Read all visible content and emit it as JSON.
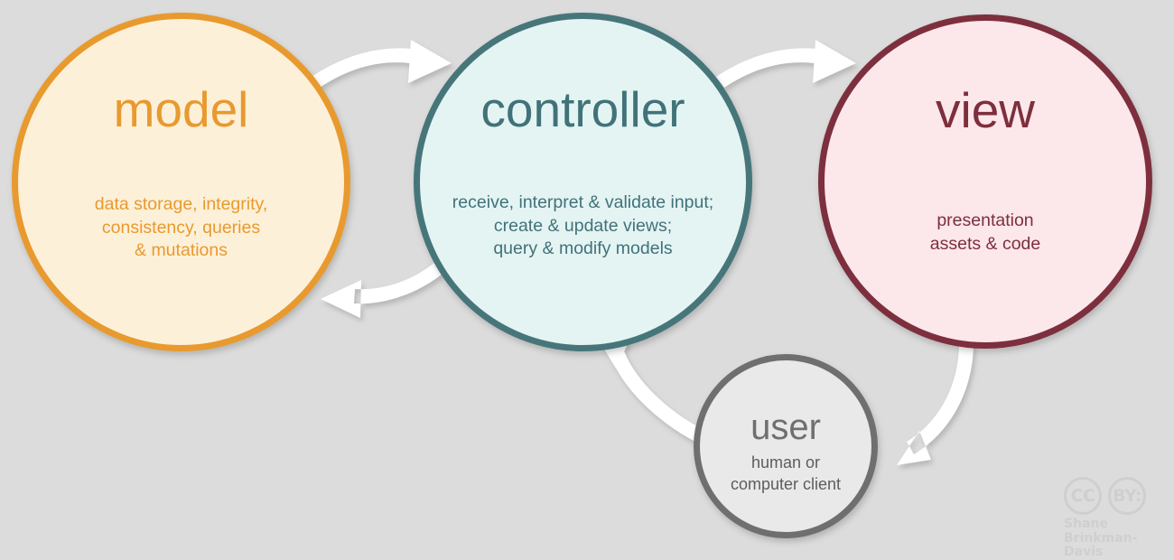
{
  "diagram": {
    "background_color": "#dcdcdc",
    "nodes": [
      {
        "id": "model",
        "title": "model",
        "description": "data storage, integrity,\nconsistency, queries\n& mutations",
        "fill_color": "#fdf0d9",
        "stroke_color": "#e89a2e",
        "text_color": "#e89a2e"
      },
      {
        "id": "controller",
        "title": "controller",
        "description": "receive, interpret & validate input;\ncreate & update views;\nquery & modify models",
        "fill_color": "#e4f4f3",
        "stroke_color": "#46767a",
        "text_color": "#41727a"
      },
      {
        "id": "view",
        "title": "view",
        "description": "presentation\nassets & code",
        "fill_color": "#fce7eb",
        "stroke_color": "#7d2f3d",
        "text_color": "#7d2f3d"
      },
      {
        "id": "user",
        "title": "user",
        "description": "human or\ncomputer client",
        "fill_color": "#e9e9e9",
        "stroke_color": "#6f6f6f",
        "text_color": "#5d5d5d"
      }
    ],
    "arrows": [
      {
        "id": "model-to-controller",
        "from": "model",
        "to": "controller",
        "color": "#ffffff"
      },
      {
        "id": "controller-to-model",
        "from": "controller",
        "to": "model",
        "color": "#ffffff"
      },
      {
        "id": "controller-to-view",
        "from": "controller",
        "to": "view",
        "color": "#ffffff"
      },
      {
        "id": "view-to-user",
        "from": "view",
        "to": "user",
        "color": "#ffffff"
      },
      {
        "id": "user-to-controller",
        "from": "user",
        "to": "controller",
        "color": "#ffffff"
      }
    ]
  },
  "attribution": {
    "cc_label": "CC",
    "by_label": "BY:",
    "author": "Shane\nBrinkman-Davis",
    "color": "#cfcfcf"
  }
}
